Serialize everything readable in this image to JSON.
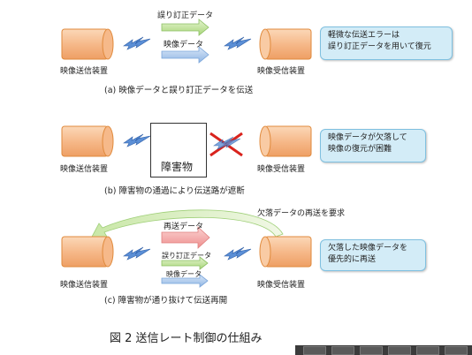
{
  "panel_a": {
    "arrow_error_correction": "誤り訂正データ",
    "arrow_video": "映像データ",
    "sender_label": "映像送信装置",
    "receiver_label": "映像受信装置",
    "callout": [
      "軽微な伝送エラーは",
      "誤り訂正データを用いて復元"
    ],
    "caption": "(a)  映像データと誤り訂正データを伝送"
  },
  "panel_b": {
    "obstacle_label": "障害物",
    "sender_label": "映像送信装置",
    "receiver_label": "映像受信装置",
    "callout": [
      "映像データが欠落して",
      "映像の復元が困難"
    ],
    "caption": "(b)  障害物の通過により伝送路が遮断"
  },
  "panel_c": {
    "arrow_retransmit": "再送データ",
    "arrow_error_correction": "誤り訂正データ",
    "arrow_video": "映像データ",
    "request_label": "欠落データの再送を要求",
    "sender_label": "映像送信装置",
    "receiver_label": "映像受信装置",
    "callout": [
      "欠落した映像データを",
      "優先的に再送"
    ],
    "caption": "(c)  障害物が通り抜けて伝送再開"
  },
  "figure_title": "図 2 送信レート制御の仕組み",
  "colors": {
    "device_fill": "#f7c49a",
    "device_stroke": "#e08a3c",
    "green_arrow": "#c5e6a0",
    "blue_arrow": "#a9c8ec",
    "red_arrow": "#f4a9a8",
    "lightning": "#5b8fd6",
    "cross": "#d9231d",
    "callout_fill": "#d3ecf7"
  },
  "icons": [
    "lightning-icon",
    "cross-mark-icon",
    "fish-image",
    "taskbar-buttons"
  ]
}
